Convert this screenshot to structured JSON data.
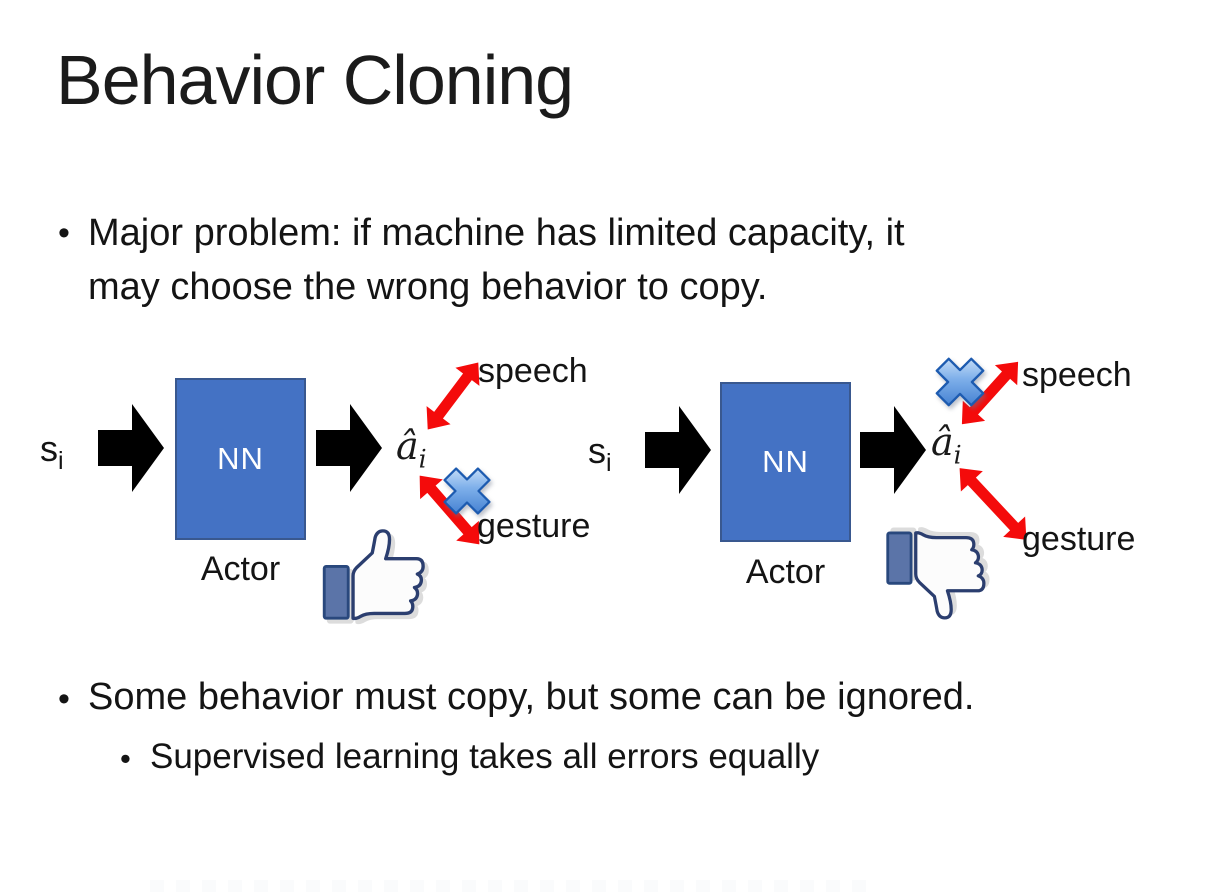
{
  "slide": {
    "title": "Behavior Cloning",
    "bullets": {
      "major_problem": {
        "marker": "•",
        "line1": "Major problem: if machine has limited capacity, it",
        "line2": "may choose the wrong behavior to copy."
      },
      "some_behavior": {
        "marker": "•",
        "text": "Some behavior must copy, but some can be ignored."
      },
      "supervised": {
        "marker": "•",
        "text": "Supervised learning takes all errors equally"
      }
    },
    "diagram": {
      "input_label": {
        "base": "s",
        "sub": "i"
      },
      "nn_label": "NN",
      "actor_label": "Actor",
      "output_label": {
        "base": "â",
        "sub": "i"
      },
      "speech_label": "speech",
      "gesture_label": "gesture"
    },
    "icons": {
      "black_arrow": "right-arrow-icon",
      "red_double_arrow": "double-headed-arrow-icon",
      "cross": "blue-cross-icon",
      "thumbs_up": "thumbs-up-icon",
      "thumbs_down": "thumbs-down-icon"
    },
    "colors": {
      "nn_box_fill": "#4472C4",
      "nn_box_border": "#39588F",
      "arrow_black": "#000000",
      "arrow_red": "#F40B0B",
      "thumb_outline": "#2B3E6F",
      "thumb_cuff": "#5B74A8",
      "text": "#141414"
    }
  }
}
